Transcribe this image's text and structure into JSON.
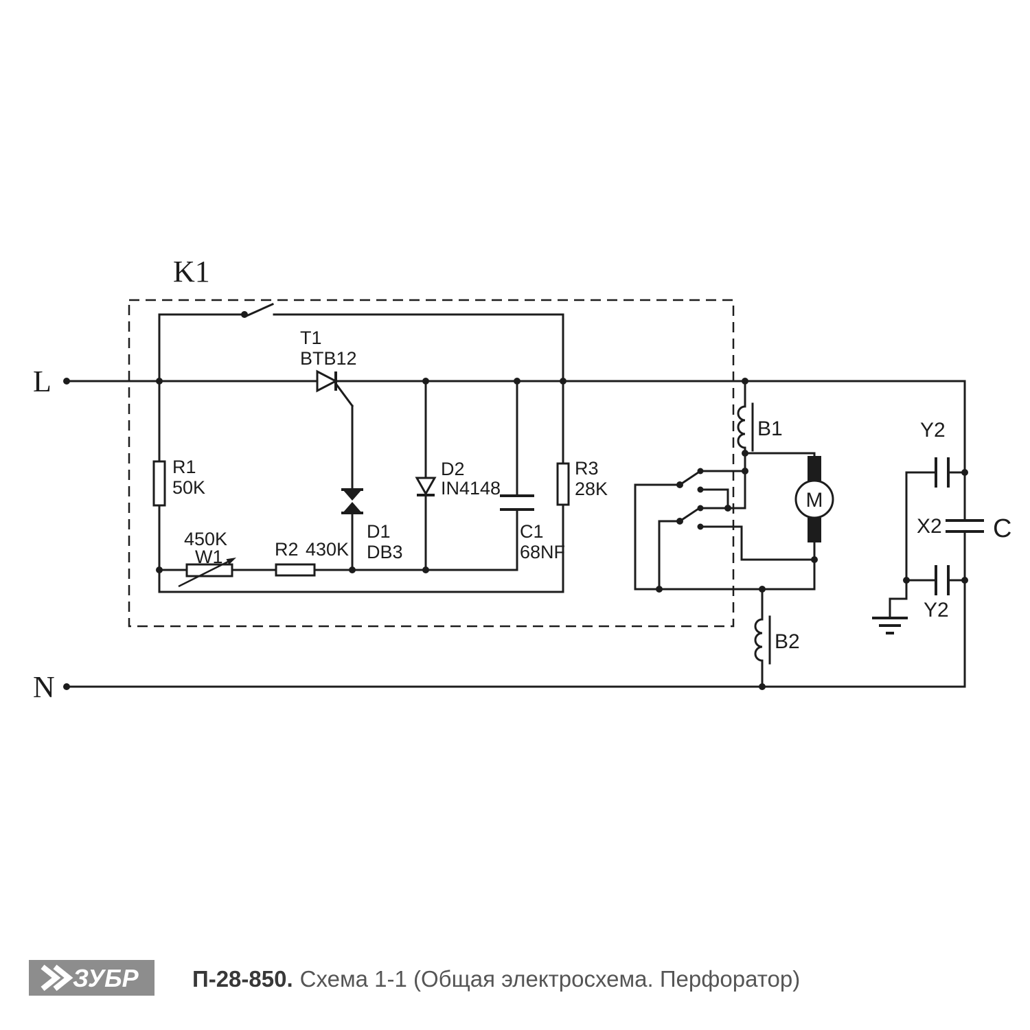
{
  "labels": {
    "k1": "K1",
    "line_l": "L",
    "line_n": "N",
    "t1_ref": "T1",
    "t1_val": "BTB12",
    "r1_ref": "R1",
    "r1_val": "50K",
    "w1_val": "450K",
    "w1_ref": "W1",
    "r2_ref": "R2",
    "r2_val": "430K",
    "d1_ref": "D1",
    "d1_val": "DB3",
    "d2_ref": "D2",
    "d2_val": "IN4148",
    "c1_ref": "C1",
    "c1_val": "68NF",
    "r3_ref": "R3",
    "r3_val": "28K",
    "b1_ref": "B1",
    "b2_ref": "B2",
    "motor": "M",
    "y2_top": "Y2",
    "x2_ref": "X2",
    "y2_bottom": "Y2",
    "cap_assembly": "C"
  },
  "footer": {
    "brand": "ЗУБР",
    "model": "П-28-850.",
    "caption": "Схема 1-1 (Общая электросхема. Перфоратор)"
  },
  "colors": {
    "line": "#1c1c1c",
    "background": "#ffffff",
    "logo_bg": "#8d8d8d",
    "logo_text": "#ffffff",
    "model_text": "#383838",
    "caption_text": "#555555"
  }
}
